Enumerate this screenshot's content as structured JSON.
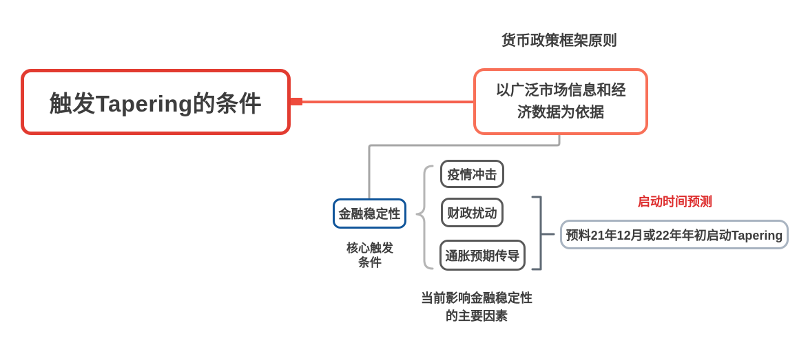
{
  "colors": {
    "root_border": "#e23b30",
    "branch_border": "#f87058",
    "branch_line": "#f5614e",
    "anchor_red": "#ee4a3c",
    "connector_gray": "#a6a6a6",
    "brace_gray": "#b5b5b5",
    "factor_border": "#595959",
    "blue_border": "#10559a",
    "bracket_slate": "#5f6a75",
    "prediction_border": "#a9b4c1",
    "text": "#3d3d3d",
    "label_red": "#dd2c2c",
    "background": "#ffffff"
  },
  "mindmap": {
    "root": {
      "label": "触发Tapering的条件"
    },
    "policy": {
      "caption": "货币政策框架原则",
      "line1": "以广泛市场信息和经",
      "line2": "济数据为依据"
    },
    "stability": {
      "label": "金融稳定性",
      "caption_line1": "核心触发",
      "caption_line2": "条件"
    },
    "factors": {
      "items": [
        {
          "label": "疫情冲击"
        },
        {
          "label": "财政扰动"
        },
        {
          "label": "通胀预期传导"
        }
      ],
      "caption_line1": "当前影响金融稳定性",
      "caption_line2": "的主要因素"
    },
    "prediction": {
      "caption": "启动时间预测",
      "label": "预料21年12月或22年年初启动Tapering"
    }
  }
}
